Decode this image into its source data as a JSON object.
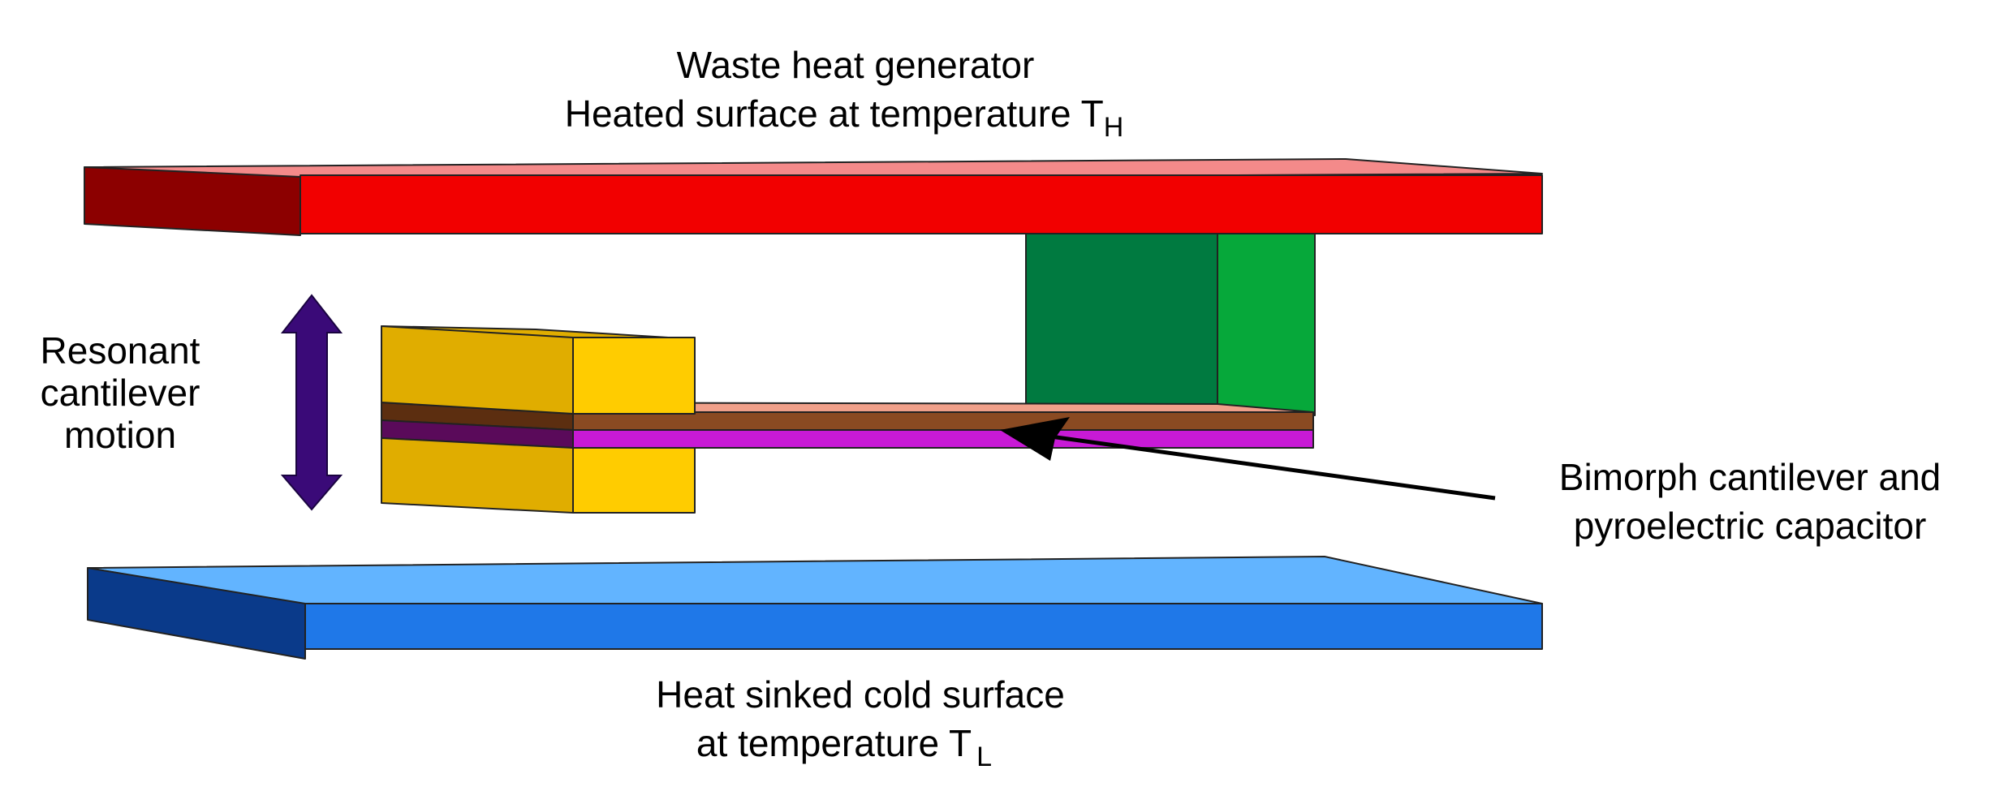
{
  "labels": {
    "top_line1": "Waste heat generator",
    "top_line2": "Heated surface at temperature T",
    "top_sub": "H",
    "left_line1": "Resonant",
    "left_line2": "cantilever",
    "left_line3": "motion",
    "right_line1": "Bimorph cantilever and",
    "right_line2": "pyroelectric capacitor",
    "bottom_line1": "Heat sinked cold surface",
    "bottom_line2": "at temperature T",
    "bottom_sub": "L"
  },
  "colors": {
    "hot_plate_front": "#f20000",
    "hot_plate_side": "#8c0000",
    "hot_plate_top": "#f48a8a",
    "cold_plate_front": "#1f78e8",
    "cold_plate_side": "#0a3a8a",
    "cold_plate_top": "#62b4ff",
    "anchor_front": "#06a83a",
    "anchor_side": "#007a40",
    "clamp_front": "#ffcc00",
    "clamp_side": "#e0ad00",
    "cantilever_top": "#f0a08a",
    "cantilever_brown": "#8a4a22",
    "cantilever_brown_side": "#5c2e10",
    "cantilever_magenta": "#c81ad6",
    "cantilever_magenta_side": "#5a0a5a",
    "arrow_double": "#3a0a78"
  }
}
